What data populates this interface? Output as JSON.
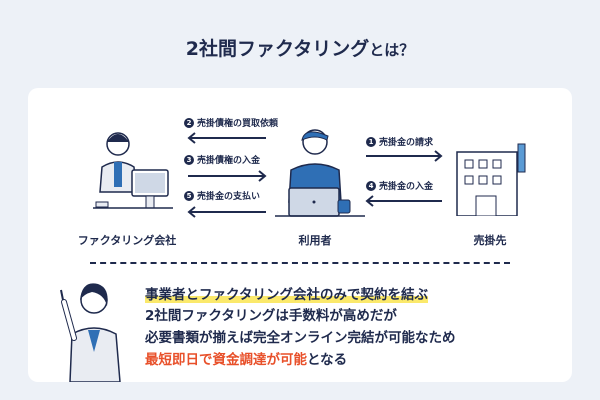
{
  "title": {
    "main": "2社間ファクタリング",
    "suffix": "とは？"
  },
  "actors": {
    "factoring": "ファクタリング会社",
    "user": "利用者",
    "debtor": "売掛先"
  },
  "flows": [
    {
      "num": "1",
      "label": "売掛金の請求",
      "direction": "right"
    },
    {
      "num": "2",
      "label": "売掛債権の買取依頼",
      "direction": "left"
    },
    {
      "num": "3",
      "label": "売掛債権の入金",
      "direction": "right"
    },
    {
      "num": "4",
      "label": "売掛金の入金",
      "direction": "left"
    },
    {
      "num": "5",
      "label": "売掛金の支払い",
      "direction": "left"
    }
  ],
  "notes": {
    "highlight": "事業者とファクタリング会社のみで契約を結ぶ",
    "line2": "2社間ファクタリングは手数料が高めだが",
    "line3": "必要書類が揃えば完全オンライン完結が可能なため",
    "line4_red": "最短即日で資金調達が可能",
    "line4_rest": "となる"
  },
  "colors": {
    "navy": "#1f2a4d",
    "accent_red": "#e8502a",
    "highlight": "#fbe96b",
    "blue": "#2f6fb5"
  }
}
